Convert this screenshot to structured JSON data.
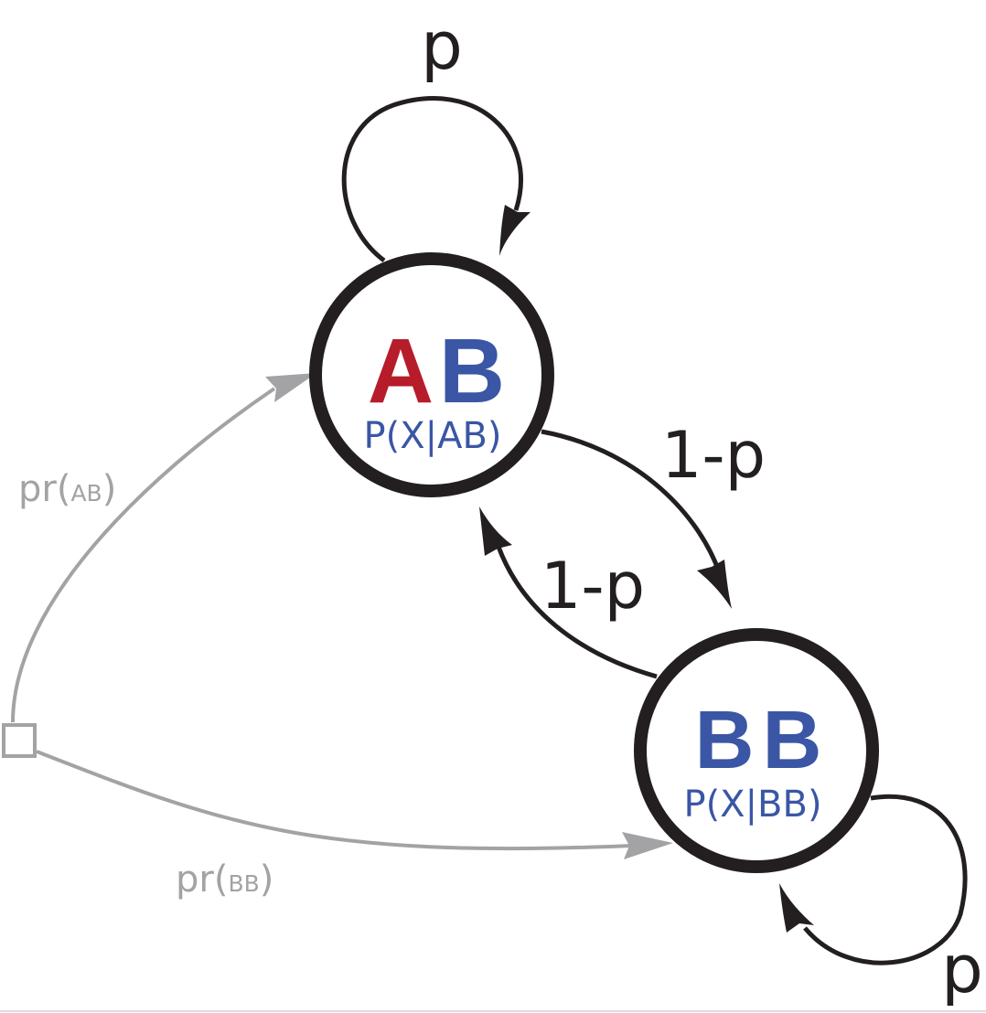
{
  "states": {
    "ab": {
      "letter1": "A",
      "letter2": "B",
      "emission": "P(X|AB)"
    },
    "bb": {
      "letter1": "B",
      "letter2": "B",
      "emission": "P(X|BB)"
    }
  },
  "transitions": {
    "ab_self": "p",
    "ab_to_bb": "1-p",
    "bb_to_ab": "1-p",
    "bb_self": "p"
  },
  "initial": {
    "ab_prefix": "pr(",
    "ab_state": "AB",
    "ab_suffix": ")",
    "bb_prefix": "pr(",
    "bb_state": "BB",
    "bb_suffix": ")"
  },
  "colors": {
    "red": "#b71c2a",
    "blue": "#3a56a5",
    "gray": "#a3a3a5",
    "black": "#231f20"
  }
}
